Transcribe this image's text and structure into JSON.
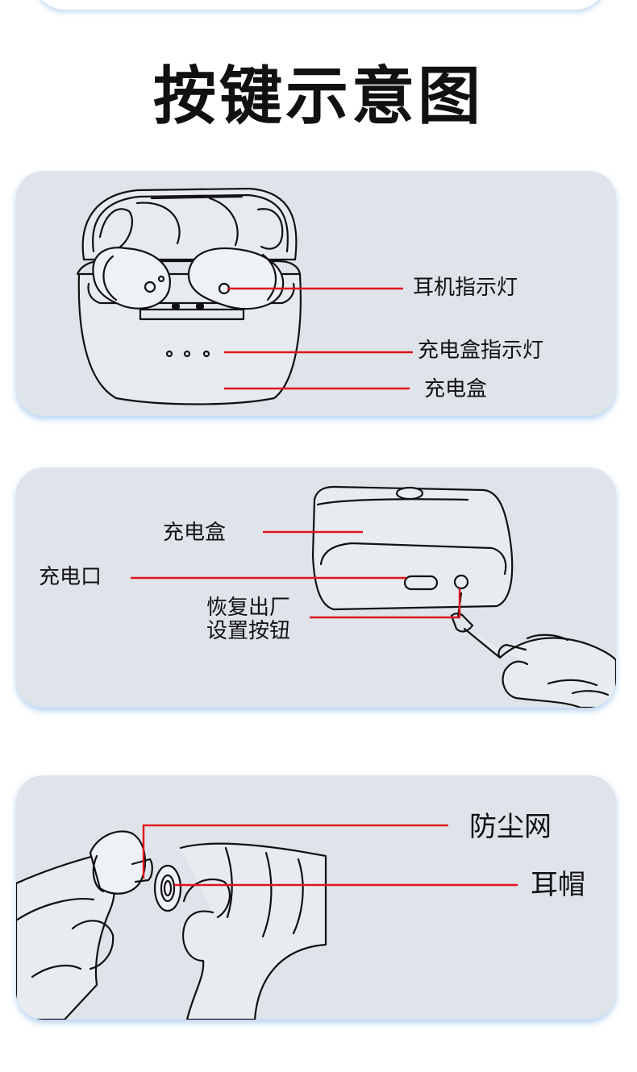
{
  "page": {
    "title": "按键示意图"
  },
  "panel_case_top": {
    "labels": {
      "earbud_indicator": "耳机指示灯",
      "case_indicator": "充电盒指示灯",
      "charging_case": "充电盒"
    }
  },
  "panel_case_side": {
    "labels": {
      "charging_case": "充电盒",
      "charging_port": "充电口",
      "reset_line1": "恢复出厂",
      "reset_line2": "设置按钮"
    }
  },
  "panel_ear_tip": {
    "labels": {
      "dust_mesh": "防尘网",
      "ear_cap": "耳帽"
    }
  },
  "colors": {
    "panel_bg": "#dfe4ea",
    "leader_line": "#e0141e",
    "outline": "#111111",
    "panel_glow": "#8fbbee"
  }
}
